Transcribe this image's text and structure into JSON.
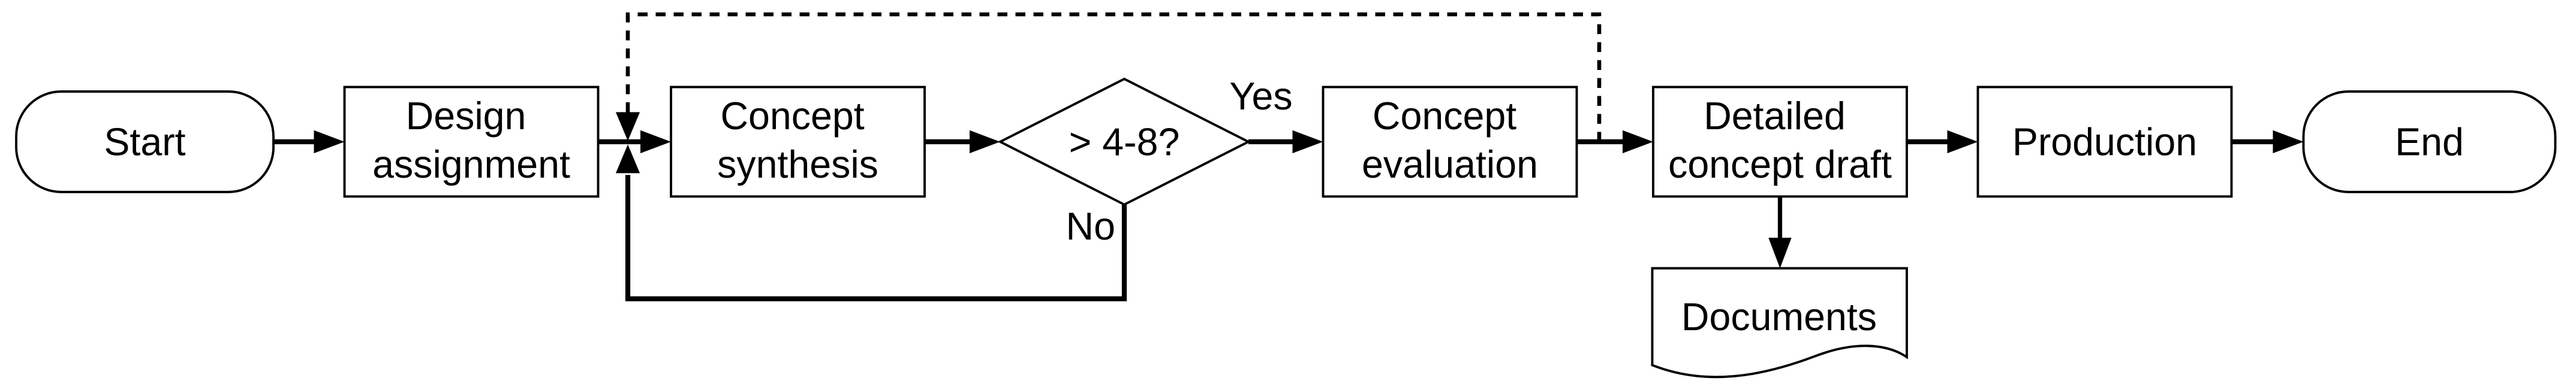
{
  "diagram": {
    "type": "flowchart",
    "colors": {
      "background": "#ffffff",
      "shape_fill": "#ffffff",
      "line": "#000000",
      "text": "#000000"
    },
    "nodes": [
      {
        "id": "start",
        "type": "terminator",
        "label": "Start",
        "lines": [
          "Start"
        ]
      },
      {
        "id": "design-assignment",
        "type": "process",
        "label": "Design assignment",
        "lines": [
          "Design",
          "assignment"
        ]
      },
      {
        "id": "concept-synthesis",
        "type": "process",
        "label": "Concept synthesis",
        "lines": [
          "Concept",
          "synthesis"
        ]
      },
      {
        "id": "decision",
        "type": "decision",
        "label": "> 4-8?",
        "lines": [
          "> 4-8?"
        ]
      },
      {
        "id": "concept-evaluation",
        "type": "process",
        "label": "Concept evaluation",
        "lines": [
          "Concept",
          "evaluation"
        ]
      },
      {
        "id": "detailed-concept-draft",
        "type": "process",
        "label": "Detailed concept draft",
        "lines": [
          "Detailed",
          "concept draft"
        ]
      },
      {
        "id": "production",
        "type": "process",
        "label": "Production",
        "lines": [
          "Production"
        ]
      },
      {
        "id": "end",
        "type": "terminator",
        "label": "End",
        "lines": [
          "End"
        ]
      },
      {
        "id": "documents",
        "type": "document",
        "label": "Documents",
        "lines": [
          "Documents"
        ]
      }
    ],
    "edges": [
      {
        "from": "start",
        "to": "design-assignment",
        "style": "solid"
      },
      {
        "from": "design-assignment",
        "to": "concept-synthesis",
        "style": "solid"
      },
      {
        "from": "concept-synthesis",
        "to": "decision",
        "style": "solid"
      },
      {
        "from": "decision",
        "to": "concept-evaluation",
        "style": "solid",
        "label": "Yes"
      },
      {
        "from": "decision",
        "to": "concept-synthesis",
        "style": "solid",
        "label": "No",
        "routing": "loop-below"
      },
      {
        "from": "concept-evaluation",
        "to": "detailed-concept-draft",
        "style": "solid"
      },
      {
        "from": "detailed-concept-draft",
        "to": "production",
        "style": "solid"
      },
      {
        "from": "production",
        "to": "end",
        "style": "solid"
      },
      {
        "from": "detailed-concept-draft",
        "to": "documents",
        "style": "solid"
      },
      {
        "from": "concept-evaluation",
        "to": "concept-synthesis",
        "style": "dashed",
        "routing": "feedback-above"
      }
    ]
  }
}
